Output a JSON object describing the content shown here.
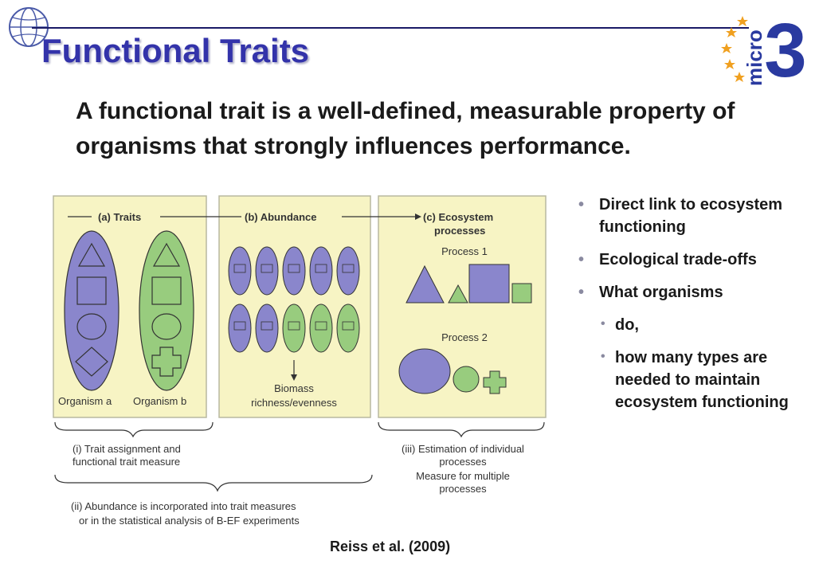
{
  "slide": {
    "title": "Functional Traits",
    "lead": {
      "prefix": "A ",
      "term": "functional trait",
      "rest": " is a well-defined, measurable property of organisms that strongly influences performance."
    },
    "citation": "Reiss et al. (2009)"
  },
  "bullets": [
    {
      "level": 1,
      "text": "Direct link to ecosystem functioning"
    },
    {
      "level": 1,
      "text": "Ecological trade-offs"
    },
    {
      "level": 1,
      "text": "What organisms"
    },
    {
      "level": 2,
      "text": "do,"
    },
    {
      "level": 2,
      "text": "how many types are needed to maintain ecosystem functioning"
    }
  ],
  "logo": {
    "text": "micro",
    "numeral": "3"
  },
  "figure": {
    "panel_a": "(a) Traits",
    "panel_b": "(b) Abundance",
    "panel_c_line1": "(c) Ecosystem",
    "panel_c_line2": "processes",
    "organism_a": "Organism a",
    "organism_b": "Organism b",
    "biomass": "Biomass",
    "richness": "richness/evenness",
    "process1": "Process 1",
    "process2": "Process 2",
    "note_i_1": "(i) Trait assignment and",
    "note_i_2": "functional trait measure",
    "note_iii_1": "(iii) Estimation of individual",
    "note_iii_2": "processes",
    "note_iii_3": "Measure for multiple",
    "note_iii_4": "processes",
    "note_ii_1": "(ii) Abundance is incorporated into trait measures",
    "note_ii_2": "or in the statistical analysis of B-EF experiments"
  },
  "colors": {
    "title": "#3333aa",
    "purple": "#8a86cc",
    "green": "#98cc7e",
    "panel": "#f7f4c4",
    "star": "#f0a020",
    "logo_blue": "#2a3aa0"
  }
}
